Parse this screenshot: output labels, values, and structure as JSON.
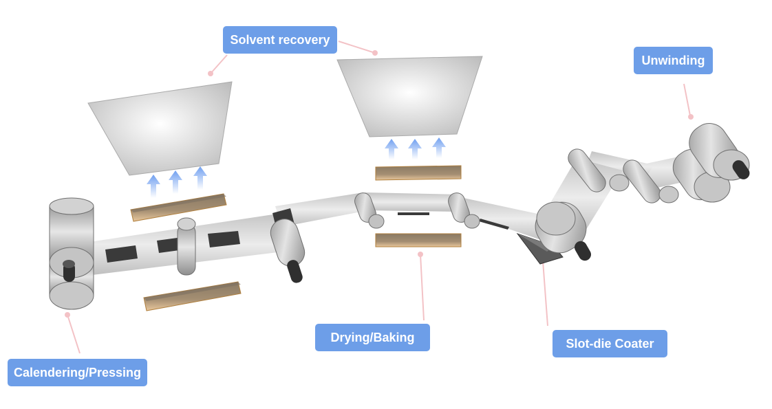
{
  "labels": {
    "solvent_recovery": "Solvent recovery",
    "unwinding": "Unwinding",
    "drying_baking": "Drying/Baking",
    "slot_die_coater": "Slot-die Coater",
    "calendering_pressing": "Calendering/Pressing"
  },
  "colors": {
    "label_background": "#6d9ee8",
    "label_text": "#ffffff",
    "leader_line": "#f3c2c6",
    "roller_gray": "#b5b5b5",
    "heater_plate": "#c9a47a",
    "web_gray": "#d8d8d8",
    "electrode_block": "#3a3a3a",
    "arrow_blue": "#7ea6ee"
  }
}
